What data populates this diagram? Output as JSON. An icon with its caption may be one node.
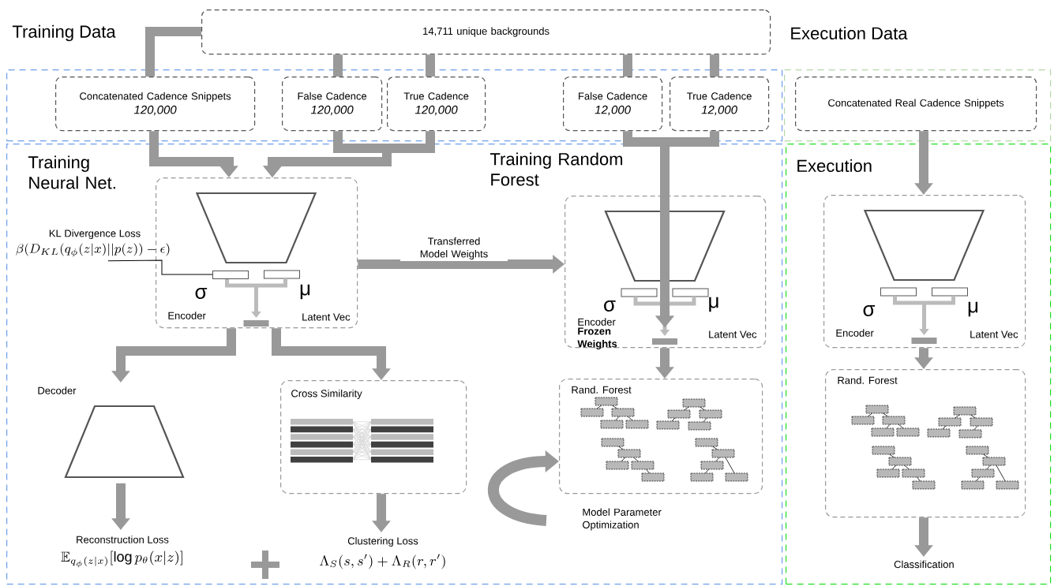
{
  "diagram": {
    "nodes": [
      {
        "text": [
          "14,711 unique backgrounds"
        ]
      },
      {
        "text": [
          "Training Data"
        ]
      },
      {
        "text": [
          "Concatenated Cadence Snippets",
          "120,000"
        ],
        "in": 1
      },
      {
        "text": [
          "False Cadence",
          "120,000"
        ],
        "in": 1
      },
      {
        "text": [
          "True Cadence",
          "120,000"
        ],
        "in": 1
      },
      {
        "text": [
          "False Cadence",
          "12,000"
        ],
        "in": 1
      },
      {
        "text": [
          "True Cadence",
          "12,000"
        ],
        "in": 1
      },
      {
        "text": [
          "Execution Data"
        ]
      },
      {
        "text": [
          "Concatenated Real Cadence Snippets"
        ],
        "in": 7
      },
      {
        "text": [
          "Training Neural Net.",
          "Training Random Forest"
        ]
      },
      {
        "text": [
          "σ",
          "μ",
          "Encoder",
          "Latent Vec"
        ],
        "in": 9
      },
      {
        "text": [
          "KL Divergence Loss",
          "\\beta(D_{KL}(q_\\phi(z|x)||p(z))-\\epsilon)"
        ],
        "in": 9
      },
      {
        "text": [],
        "shape": "box",
        "in": 10
      },
      {
        "text": [
          "Decoder"
        ],
        "in": 9
      },
      {
        "text": [
          "Cross Similarity"
        ],
        "in": 9
      },
      {
        "text": [
          "Reconstruction Loss",
          "\\mathbb{E}_{q_\\phi(z|x)}[\\log p_\\theta(x|z)]"
        ],
        "in": 9
      },
      {
        "text": [
          "Clustering Loss",
          "\\Lambda_S(s,s')+\\Lambda_R(r,r')"
        ],
        "in": 9
      },
      {
        "text": [
          "σ",
          "μ",
          "Encoder",
          "Frozen Weights",
          "Latent Vec"
        ],
        "in": 9
      },
      {
        "text": [
          "Rand. Forest"
        ],
        "in": 9
      },
      {
        "text": [
          "Execution"
        ]
      },
      {
        "text": [
          "σ",
          "μ",
          "Encoder",
          "Latent Vec"
        ],
        "in": 19
      },
      {
        "text": [
          "Rand. Forest"
        ],
        "in": 19
      },
      {
        "text": [
          "Classification"
        ],
        "in": 19
      }
    ],
    "edges": [
      {
        "from": 0,
        "to": 2,
        "arrow": "none"
      },
      {
        "from": 0,
        "to": 3,
        "arrow": "none"
      },
      {
        "from": 0,
        "to": 4,
        "arrow": "none"
      },
      {
        "from": 0,
        "to": 5,
        "arrow": "none"
      },
      {
        "from": 0,
        "to": 6,
        "arrow": "none"
      },
      {
        "from": 2,
        "to": 10,
        "arrow": "to"
      },
      {
        "from": 3,
        "to": 10,
        "arrow": "to"
      },
      {
        "from": 4,
        "to": 10,
        "arrow": "to"
      },
      {
        "from": 5,
        "to": 17,
        "arrow": "to"
      },
      {
        "from": 6,
        "to": 17,
        "arrow": "to"
      },
      {
        "from": 8,
        "to": 20,
        "arrow": "to"
      },
      {
        "from": 11,
        "to": 12,
        "arrow": "none",
        "color": "#000000"
      },
      {
        "from": 10,
        "to": 13,
        "arrow": "to"
      },
      {
        "from": 10,
        "to": 14,
        "arrow": "to"
      },
      {
        "from": 13,
        "to": 15,
        "arrow": "to"
      },
      {
        "from": 14,
        "to": 16,
        "arrow": "to"
      },
      {
        "from": 10,
        "to": 17,
        "arrow": "to",
        "label": "Transferred Model Weights"
      },
      {
        "from": 17,
        "to": 18,
        "arrow": "to"
      },
      {
        "from": null,
        "to": 18,
        "arrow": "to",
        "label": "Model Parameter Optimization"
      },
      {
        "from": 20,
        "to": 21,
        "arrow": "to"
      },
      {
        "from": 21,
        "to": 22,
        "arrow": "to"
      }
    ]
  }
}
